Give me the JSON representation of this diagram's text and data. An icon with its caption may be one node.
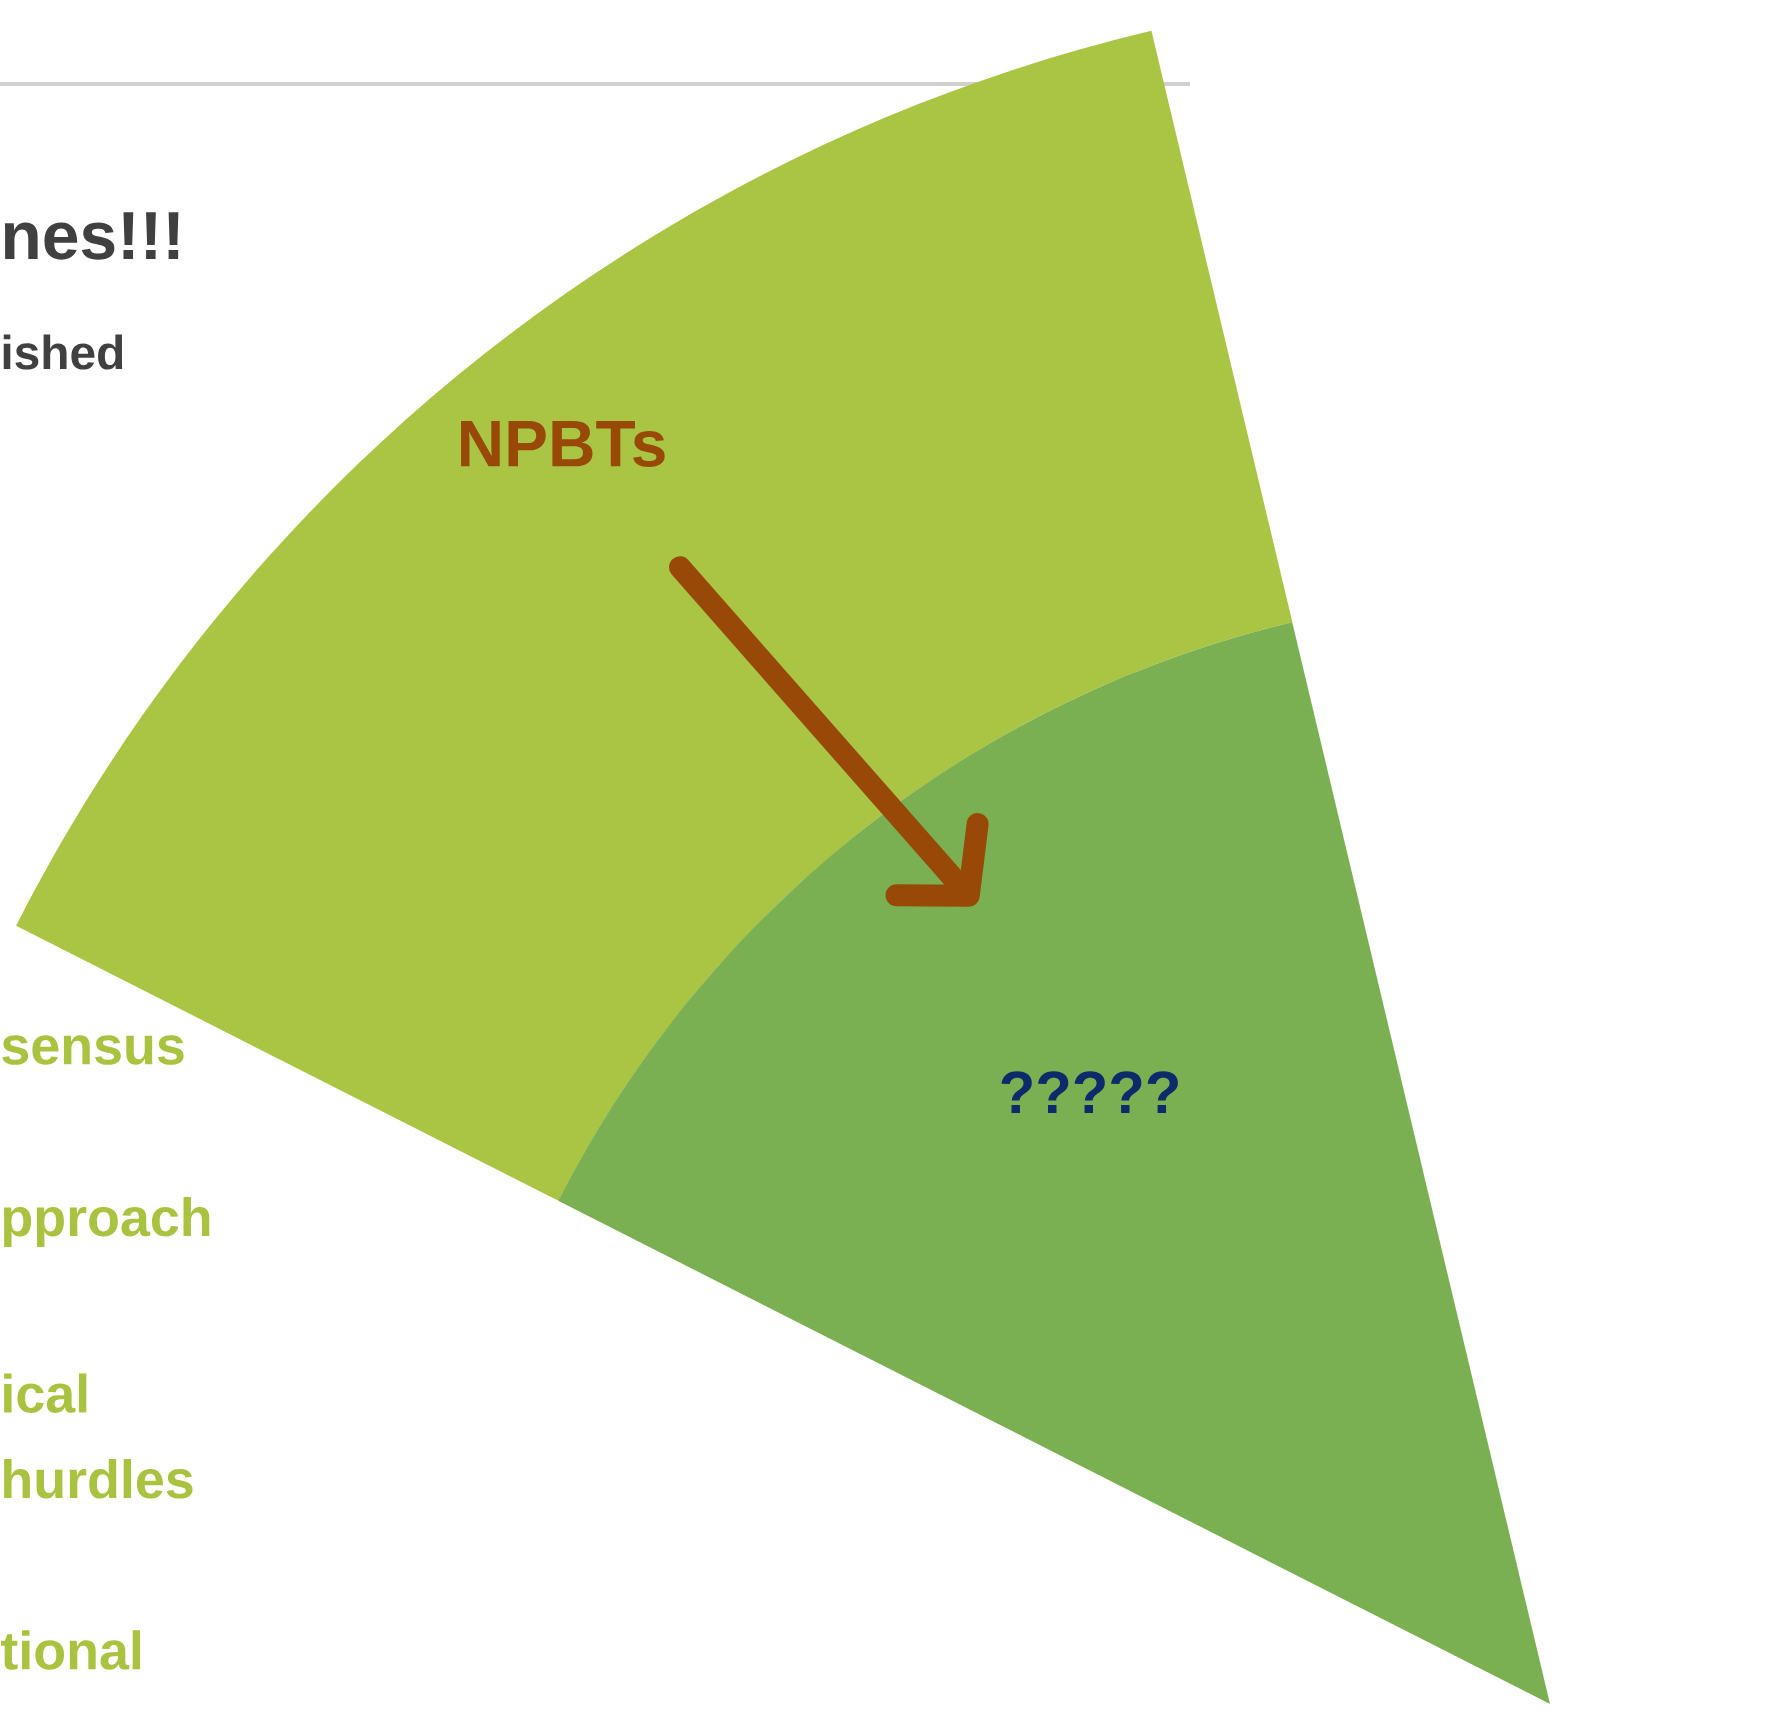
{
  "diagram": {
    "nodes": [
      {
        "text": [
          "NPBTs"
        ]
      },
      {
        "text": [
          "?????"
        ]
      }
    ],
    "edges": [
      {
        "from": 0,
        "to": 1,
        "arrow": "to"
      }
    ],
    "labels": [
      "nes!!!",
      "ished",
      "sensus",
      "pproach",
      "ical hurdles",
      "tional"
    ]
  }
}
